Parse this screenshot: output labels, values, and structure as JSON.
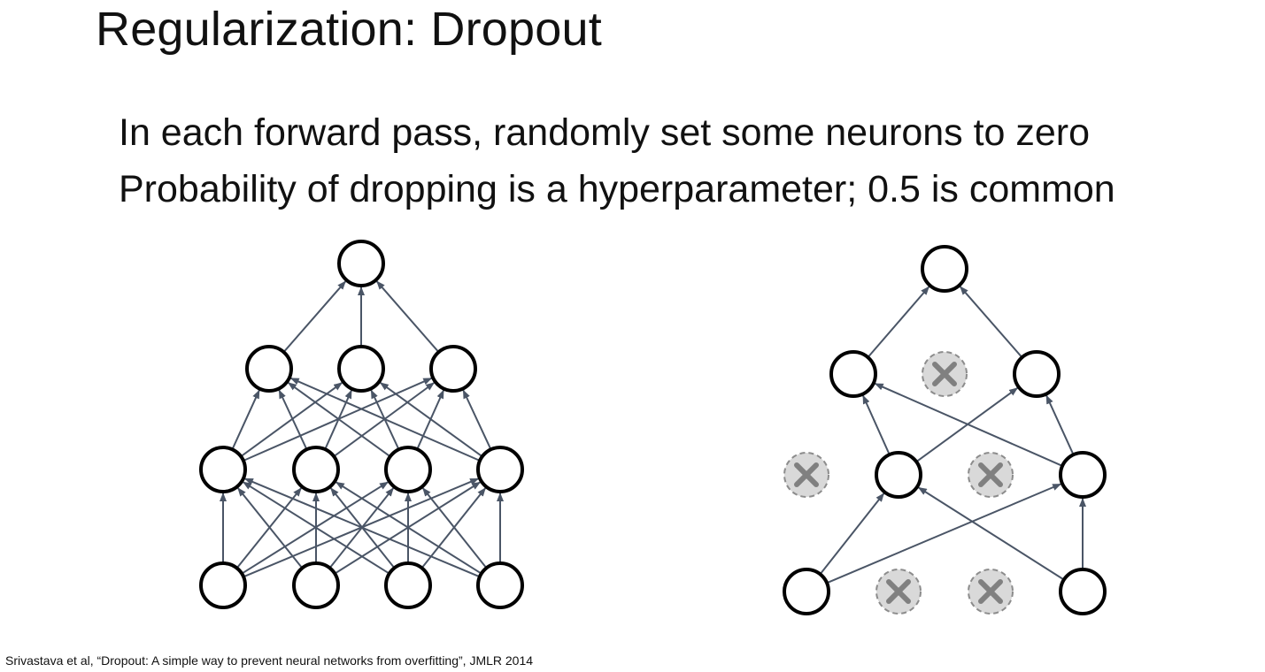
{
  "slide": {
    "title": "Regularization: Dropout",
    "bullets": [
      "In each forward pass, randomly set some neurons to zero",
      "Probability of dropping is a hyperparameter; 0.5 is common"
    ],
    "footnote": "Srivastava et al, “Dropout: A simple way to prevent neural networks from overfitting”, JMLR 2014"
  },
  "colors": {
    "edge": "#4a5566",
    "node_stroke": "#000000",
    "node_fill": "#ffffff",
    "dropped_fill": "#d9d9d9",
    "dropped_stroke": "#8c8c8c",
    "dropped_mark": "#808080"
  },
  "networks": [
    {
      "id": "full-network",
      "layers": [
        4,
        4,
        3,
        1
      ],
      "dropped": []
    },
    {
      "id": "dropout-network",
      "layers": [
        4,
        4,
        3,
        1
      ],
      "dropped": [
        [
          0,
          1
        ],
        [
          0,
          2
        ],
        [
          1,
          0
        ],
        [
          1,
          2
        ],
        [
          2,
          1
        ]
      ]
    }
  ]
}
